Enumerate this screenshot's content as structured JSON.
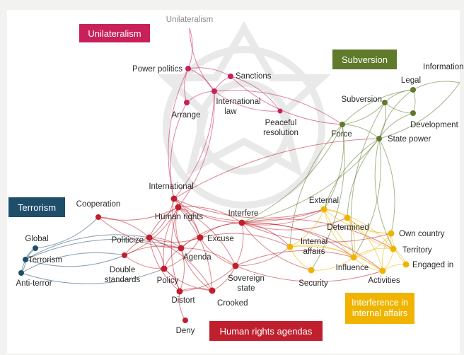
{
  "diagram": {
    "colors": {
      "unilateralism": "#c8205a",
      "subversion": "#5f7a2a",
      "terrorism": "#1f4e6b",
      "human_rights": "#c0202e",
      "interference": "#f0b400"
    },
    "clusters": {
      "unilateralism": "Unilateralism",
      "subversion": "Subversion",
      "terrorism": "Terrorism",
      "human_rights": "Human rights agendas",
      "interference": "Interference in internal affairs"
    },
    "nodes": [
      {
        "id": "unilateralism",
        "label": "Unilateralism",
        "group": "unilateralism"
      },
      {
        "id": "power_politics",
        "label": "Power politics",
        "group": "unilateralism"
      },
      {
        "id": "sanctions",
        "label": "Sanctions",
        "group": "unilateralism"
      },
      {
        "id": "international_law",
        "label": "International law",
        "group": "unilateralism"
      },
      {
        "id": "arrange",
        "label": "Arrange",
        "group": "unilateralism"
      },
      {
        "id": "peaceful_resolution",
        "label": "Peaceful resolution",
        "group": "unilateralism"
      },
      {
        "id": "information",
        "label": "Information",
        "group": "subversion"
      },
      {
        "id": "legal",
        "label": "Legal",
        "group": "subversion"
      },
      {
        "id": "subversion",
        "label": "Subversion",
        "group": "subversion"
      },
      {
        "id": "development",
        "label": "Development",
        "group": "subversion"
      },
      {
        "id": "force",
        "label": "Force",
        "group": "subversion"
      },
      {
        "id": "state_power",
        "label": "State power",
        "group": "subversion"
      },
      {
        "id": "global",
        "label": "Global",
        "group": "terrorism"
      },
      {
        "id": "terrorism",
        "label": "Terrorism",
        "group": "terrorism"
      },
      {
        "id": "anti_terror",
        "label": "Anti-terror",
        "group": "terrorism"
      },
      {
        "id": "international",
        "label": "International",
        "group": "human_rights"
      },
      {
        "id": "cooperation",
        "label": "Cooperation",
        "group": "human_rights"
      },
      {
        "id": "human_rights",
        "label": "Human rights",
        "group": "human_rights"
      },
      {
        "id": "interfere",
        "label": "Interfere",
        "group": "human_rights"
      },
      {
        "id": "politicize",
        "label": "Politicize",
        "group": "human_rights"
      },
      {
        "id": "excuse",
        "label": "Excuse",
        "group": "human_rights"
      },
      {
        "id": "agenda",
        "label": "Agenda",
        "group": "human_rights"
      },
      {
        "id": "double_standards",
        "label": "Double standards",
        "group": "human_rights"
      },
      {
        "id": "policy",
        "label": "Policy",
        "group": "human_rights"
      },
      {
        "id": "sovereign_state",
        "label": "Sovereign state",
        "group": "human_rights"
      },
      {
        "id": "distort",
        "label": "Distort",
        "group": "human_rights"
      },
      {
        "id": "crooked",
        "label": "Crooked",
        "group": "human_rights"
      },
      {
        "id": "deny",
        "label": "Deny",
        "group": "human_rights"
      },
      {
        "id": "external",
        "label": "External",
        "group": "interference"
      },
      {
        "id": "determined",
        "label": "Determined",
        "group": "interference"
      },
      {
        "id": "internal_affairs",
        "label": "Internal affairs",
        "group": "interference"
      },
      {
        "id": "own_country",
        "label": "Own country",
        "group": "interference"
      },
      {
        "id": "territory",
        "label": "Territory",
        "group": "interference"
      },
      {
        "id": "influence",
        "label": "Influence",
        "group": "interference"
      },
      {
        "id": "engaged_in",
        "label": "Engaged in",
        "group": "interference"
      },
      {
        "id": "security",
        "label": "Security",
        "group": "interference"
      },
      {
        "id": "activities",
        "label": "Activities",
        "group": "interference"
      }
    ],
    "edges": [
      [
        "unilateralism",
        "power_politics"
      ],
      [
        "unilateralism",
        "international_law"
      ],
      [
        "power_politics",
        "sanctions"
      ],
      [
        "power_politics",
        "arrange"
      ],
      [
        "power_politics",
        "international_law"
      ],
      [
        "sanctions",
        "international_law"
      ],
      [
        "arrange",
        "international_law"
      ],
      [
        "international_law",
        "peaceful_resolution"
      ],
      [
        "sanctions",
        "peaceful_resolution"
      ],
      [
        "power_politics",
        "international"
      ],
      [
        "international_law",
        "international"
      ],
      [
        "arrange",
        "international"
      ],
      [
        "international_law",
        "human_rights"
      ],
      [
        "sanctions",
        "force"
      ],
      [
        "international_law",
        "force"
      ],
      [
        "legal",
        "subversion"
      ],
      [
        "legal",
        "development"
      ],
      [
        "legal",
        "state_power"
      ],
      [
        "subversion",
        "state_power"
      ],
      [
        "development",
        "state_power"
      ],
      [
        "force",
        "state_power"
      ],
      [
        "force",
        "subversion"
      ],
      [
        "information",
        "state_power"
      ],
      [
        "information",
        "legal"
      ],
      [
        "force",
        "legal"
      ],
      [
        "subversion",
        "development"
      ],
      [
        "force",
        "interfere"
      ],
      [
        "force",
        "internal_affairs"
      ],
      [
        "force",
        "external"
      ],
      [
        "state_power",
        "external"
      ],
      [
        "state_power",
        "own_country"
      ],
      [
        "state_power",
        "territory"
      ],
      [
        "state_power",
        "influence"
      ],
      [
        "state_power",
        "determined"
      ],
      [
        "force",
        "security"
      ],
      [
        "subversion",
        "influence"
      ],
      [
        "state_power",
        "interfere"
      ],
      [
        "global",
        "terrorism"
      ],
      [
        "terrorism",
        "anti_terror"
      ],
      [
        "global",
        "anti_terror"
      ],
      [
        "terrorism",
        "politicize"
      ],
      [
        "terrorism",
        "double_standards"
      ],
      [
        "anti_terror",
        "double_standards"
      ],
      [
        "global",
        "cooperation"
      ],
      [
        "terrorism",
        "agenda"
      ],
      [
        "anti_terror",
        "policy"
      ],
      [
        "international",
        "human_rights"
      ],
      [
        "international",
        "interfere"
      ],
      [
        "international",
        "politicize"
      ],
      [
        "international",
        "agenda"
      ],
      [
        "international",
        "excuse"
      ],
      [
        "international",
        "external"
      ],
      [
        "international",
        "state_power"
      ],
      [
        "cooperation",
        "human_rights"
      ],
      [
        "cooperation",
        "politicize"
      ],
      [
        "cooperation",
        "agenda"
      ],
      [
        "human_rights",
        "interfere"
      ],
      [
        "human_rights",
        "politicize"
      ],
      [
        "human_rights",
        "excuse"
      ],
      [
        "human_rights",
        "agenda"
      ],
      [
        "human_rights",
        "double_standards"
      ],
      [
        "human_rights",
        "policy"
      ],
      [
        "human_rights",
        "sovereign_state"
      ],
      [
        "human_rights",
        "distort"
      ],
      [
        "human_rights",
        "crooked"
      ],
      [
        "politicize",
        "excuse"
      ],
      [
        "politicize",
        "agenda"
      ],
      [
        "politicize",
        "double_standards"
      ],
      [
        "politicize",
        "policy"
      ],
      [
        "politicize",
        "distort"
      ],
      [
        "politicize",
        "crooked"
      ],
      [
        "excuse",
        "agenda"
      ],
      [
        "excuse",
        "interfere"
      ],
      [
        "excuse",
        "sovereign_state"
      ],
      [
        "excuse",
        "policy"
      ],
      [
        "agenda",
        "policy"
      ],
      [
        "agenda",
        "distort"
      ],
      [
        "agenda",
        "crooked"
      ],
      [
        "agenda",
        "sovereign_state"
      ],
      [
        "agenda",
        "double_standards"
      ],
      [
        "agenda",
        "interfere"
      ],
      [
        "double_standards",
        "policy"
      ],
      [
        "policy",
        "distort"
      ],
      [
        "policy",
        "crooked"
      ],
      [
        "distort",
        "crooked"
      ],
      [
        "distort",
        "deny"
      ],
      [
        "sovereign_state",
        "crooked"
      ],
      [
        "sovereign_state",
        "interfere"
      ],
      [
        "sovereign_state",
        "distort"
      ],
      [
        "interfere",
        "external"
      ],
      [
        "interfere",
        "internal_affairs"
      ],
      [
        "interfere",
        "determined"
      ],
      [
        "interfere",
        "influence"
      ],
      [
        "interfere",
        "security"
      ],
      [
        "interfere",
        "activities"
      ],
      [
        "interfere",
        "own_country"
      ],
      [
        "interfere",
        "territory"
      ],
      [
        "sovereign_state",
        "internal_affairs"
      ],
      [
        "sovereign_state",
        "influence"
      ],
      [
        "sovereign_state",
        "activities"
      ],
      [
        "excuse",
        "internal_affairs"
      ],
      [
        "human_rights",
        "external"
      ],
      [
        "external",
        "determined"
      ],
      [
        "external",
        "own_country"
      ],
      [
        "external",
        "territory"
      ],
      [
        "external",
        "influence"
      ],
      [
        "external",
        "internal_affairs"
      ],
      [
        "determined",
        "own_country"
      ],
      [
        "determined",
        "influence"
      ],
      [
        "determined",
        "territory"
      ],
      [
        "internal_affairs",
        "influence"
      ],
      [
        "internal_affairs",
        "security"
      ],
      [
        "internal_affairs",
        "activities"
      ],
      [
        "own_country",
        "territory"
      ],
      [
        "own_country",
        "influence"
      ],
      [
        "own_country",
        "activities"
      ],
      [
        "territory",
        "engaged_in"
      ],
      [
        "territory",
        "influence"
      ],
      [
        "territory",
        "activities"
      ],
      [
        "influence",
        "activities"
      ],
      [
        "influence",
        "security"
      ],
      [
        "engaged_in",
        "activities"
      ],
      [
        "engaged_in",
        "own_country"
      ],
      [
        "external",
        "activities"
      ],
      [
        "determined",
        "activities"
      ]
    ]
  }
}
